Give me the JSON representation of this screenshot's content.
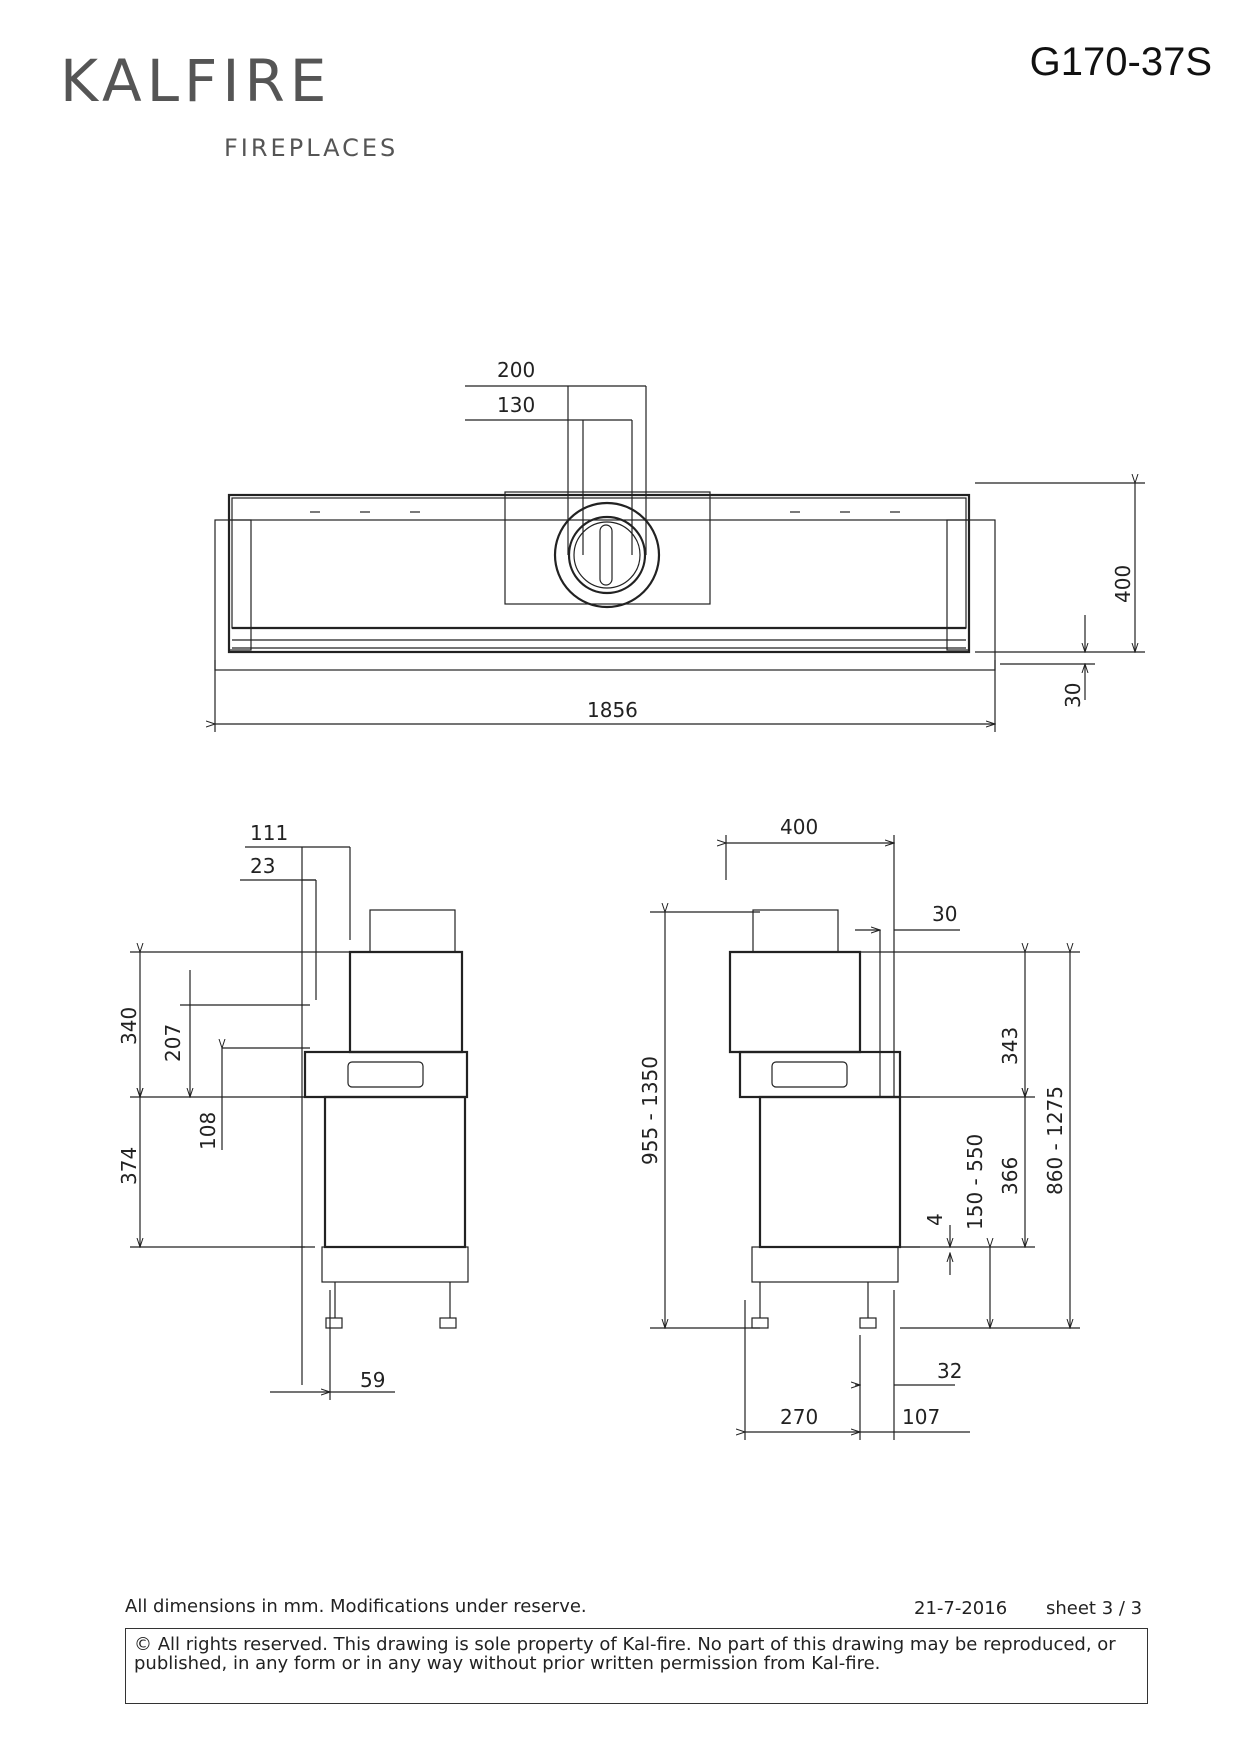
{
  "logo": {
    "brand": "KALFIRE",
    "tagline": "FIREPLACES"
  },
  "model": "G170-37S",
  "top_view": {
    "dims": {
      "flue_outer": "200",
      "flue_inner": "130",
      "width": "1856",
      "depth": "400",
      "frame": "30"
    }
  },
  "left_view": {
    "dims": {
      "d111": "111",
      "d23": "23",
      "d340": "340",
      "d207": "207",
      "d108": "108",
      "d374": "374",
      "d59": "59"
    }
  },
  "right_view": {
    "dims": {
      "d400": "400",
      "d30": "30",
      "d955": "955 - 1350",
      "d343": "343",
      "d860": "860 - 1275",
      "d366": "366",
      "d150": "150 - 550",
      "d4": "4",
      "d32": "32",
      "d270": "270",
      "d107": "107"
    }
  },
  "footer": {
    "note": "All dimensions in mm. Modifications under reserve.",
    "date": "21-7-2016",
    "sheet": "sheet 3 / 3",
    "rights": "© All rights reserved. This drawing is sole property of Kal-fire. No part of this drawing may be reproduced, or published, in any form or in any way without prior written permission from Kal-fire."
  }
}
